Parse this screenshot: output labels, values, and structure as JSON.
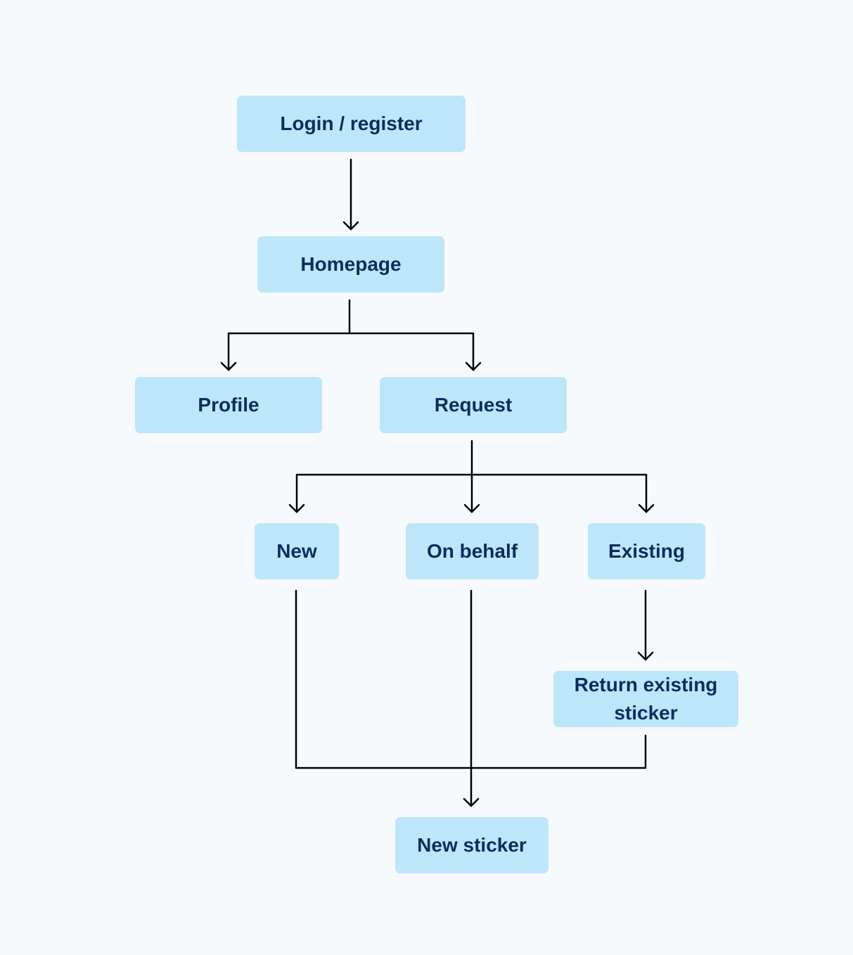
{
  "nodes": {
    "login": "Login / register",
    "homepage": "Homepage",
    "profile": "Profile",
    "request": "Request",
    "new": "New",
    "on_behalf": "On behalf",
    "existing": "Existing",
    "return_existing": "Return existing sticker",
    "new_sticker": "New sticker"
  },
  "colors": {
    "background": "#f6fafd",
    "node_fill": "#bde6fb",
    "node_text": "#0b2d5e",
    "connector": "#000000"
  }
}
